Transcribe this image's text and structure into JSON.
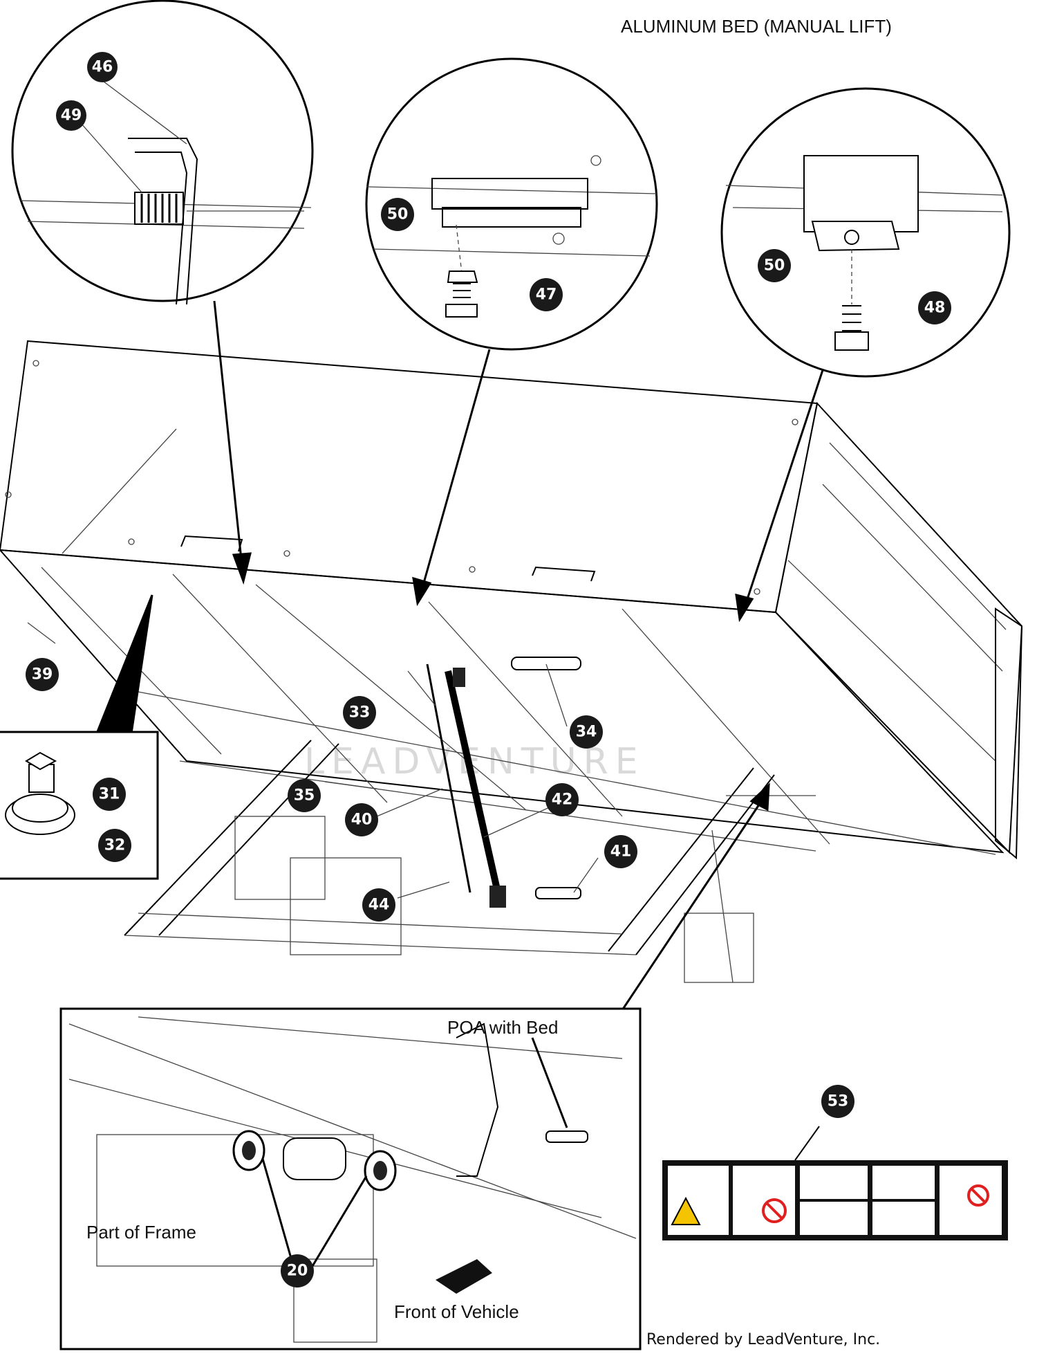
{
  "title": "ALUMINUM BED (MANUAL LIFT)",
  "callouts": [
    "46",
    "49",
    "50",
    "47",
    "50",
    "48",
    "39",
    "33",
    "34",
    "31",
    "32",
    "35",
    "40",
    "42",
    "41",
    "44",
    "53",
    "20"
  ],
  "labels": {
    "poa": "POA with Bed",
    "frame": "Part of Frame",
    "front": "Front of Vehicle"
  },
  "watermark": "LEADVENTURE",
  "footer": "Rendered by LeadVenture, Inc.",
  "colors": {
    "callout_fill": "#1a1a1a",
    "callout_text": "#ffffff",
    "warning": "#f5c400",
    "prohibit": "#e02020"
  }
}
